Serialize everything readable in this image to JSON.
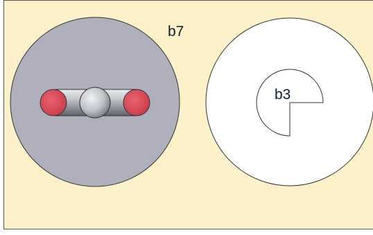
{
  "canvas": {
    "background_color": "#fcf1c8",
    "border_color": "#555555"
  },
  "buttons": [
    {
      "label": "b7",
      "shape": "circle",
      "fill": "#afb0bc",
      "icon": "toggle-switch-icon",
      "icon_colors": {
        "bar": "#c6c9cf",
        "caps": "#d9424f",
        "knob": "#c8cbd2"
      }
    },
    {
      "label": "b3",
      "shape": "circle",
      "fill": "#ffffff",
      "icon": "pie-cutout-icon"
    }
  ]
}
